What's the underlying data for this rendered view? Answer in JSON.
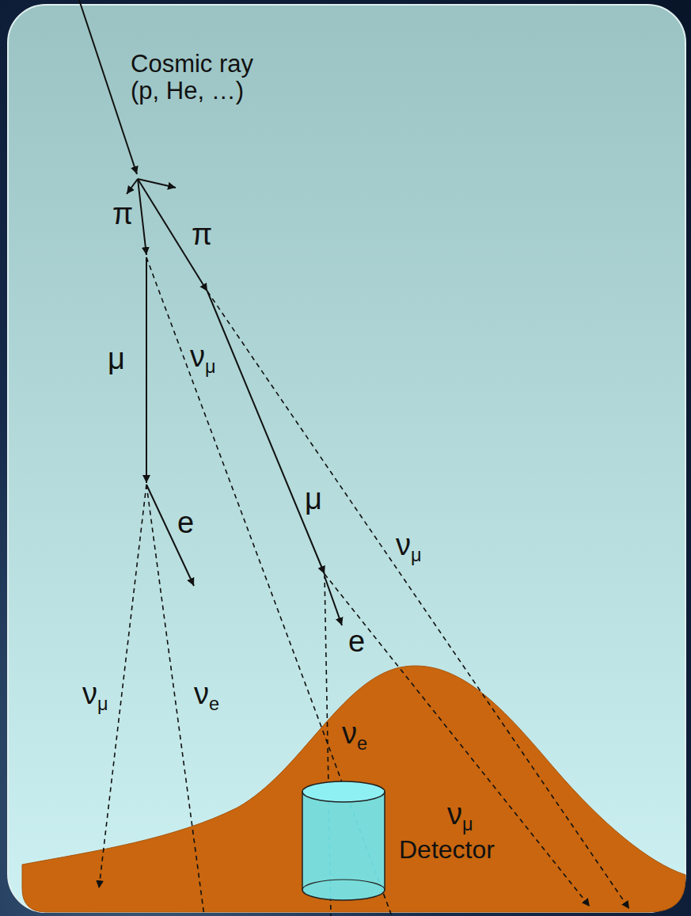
{
  "diagram": {
    "nodes": [
      {
        "text": [
          "Detector"
        ]
      }
    ],
    "edges": [],
    "labels": [
      "Cosmic ray (p, He, …)",
      "π",
      "π",
      "μ",
      "νμ",
      "μ",
      "νμ",
      "e",
      "e",
      "νμ",
      "νe",
      "νe",
      "νμ"
    ]
  }
}
